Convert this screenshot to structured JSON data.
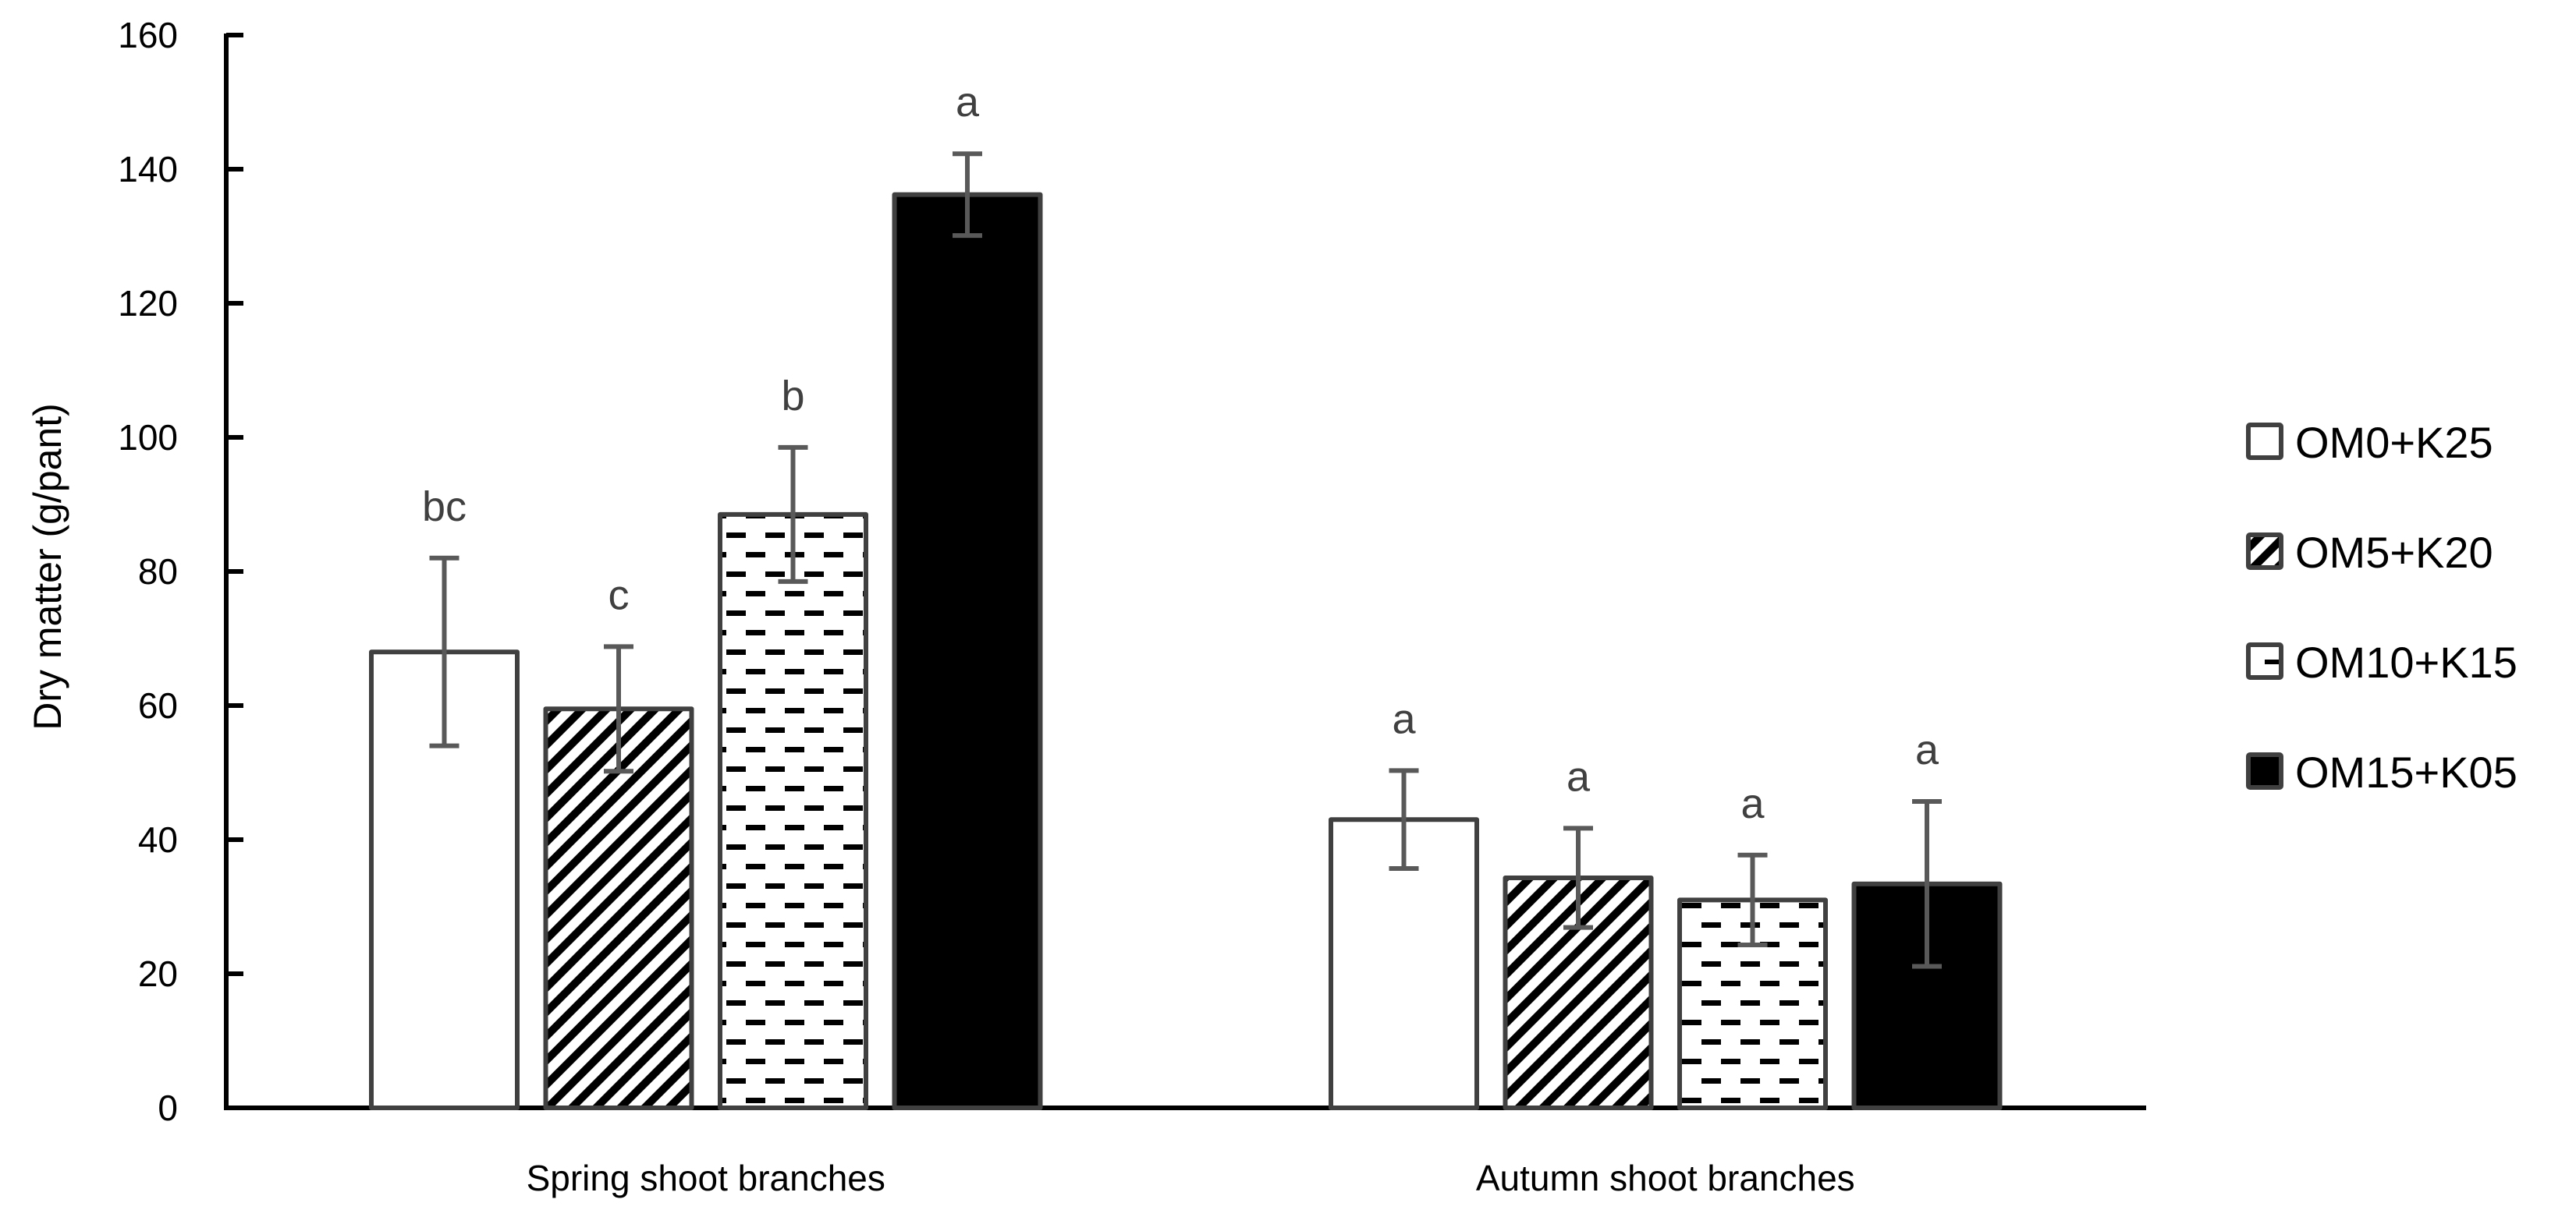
{
  "chart_data": {
    "type": "bar",
    "title": "",
    "xlabel": "",
    "ylabel": "Dry matter (g/pant)",
    "ylim": [
      0,
      160
    ],
    "yticks": [
      0,
      20,
      40,
      60,
      80,
      100,
      120,
      140,
      160
    ],
    "grid": false,
    "legend_position": "right",
    "categories": [
      "Spring shoot branches",
      "Autumn shoot branches"
    ],
    "series": [
      {
        "name": "OM0+K25",
        "pattern": "white",
        "values": [
          68.0,
          43.0
        ],
        "errors": [
          14.0,
          7.3
        ],
        "significance": [
          "bc",
          "a"
        ]
      },
      {
        "name": "OM5+K20",
        "pattern": "diagonal-stripe",
        "values": [
          59.5,
          34.3
        ],
        "errors": [
          9.3,
          7.4
        ],
        "significance": [
          "c",
          "a"
        ]
      },
      {
        "name": "OM10+K15",
        "pattern": "dashed-horizontal",
        "values": [
          88.5,
          31.0
        ],
        "errors": [
          10.0,
          6.7
        ],
        "significance": [
          "b",
          "a"
        ]
      },
      {
        "name": "OM15+K05",
        "pattern": "solid-black",
        "values": [
          136.2,
          33.4
        ],
        "errors": [
          6.1,
          12.3
        ],
        "significance": [
          "a",
          "a"
        ]
      }
    ]
  },
  "colors": {
    "bar_outline": "#404040",
    "error_bar": "#595959",
    "axis": "#000000",
    "significance_text": "#404040",
    "solid_fill": "#000000"
  }
}
